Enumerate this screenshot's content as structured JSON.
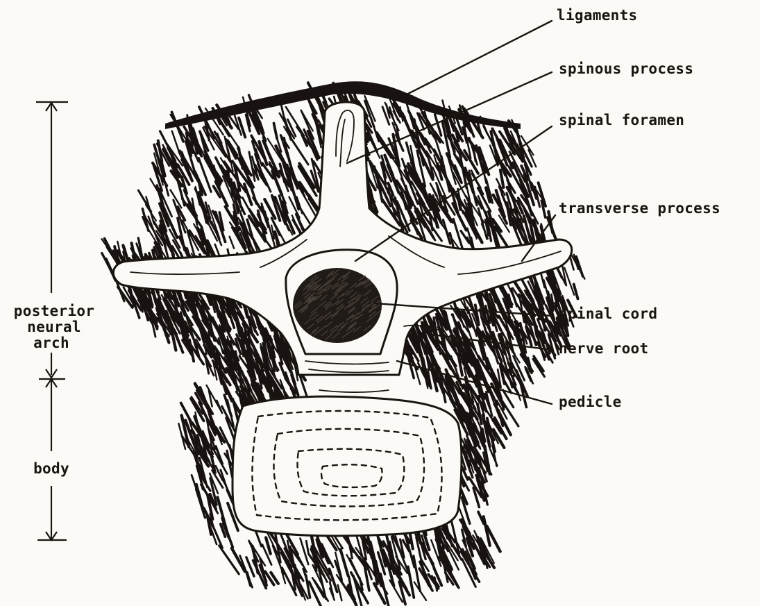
{
  "labels": {
    "ligaments": "ligaments",
    "spinous_process": "spinous process",
    "spinal_foramen": "spinal foramen",
    "transverse_process": "transverse process",
    "spinal_cord": "spinal cord",
    "nerve_root": "nerve root",
    "pedicle": "pedicle",
    "posterior_neural_arch": [
      "posterior",
      "neural",
      "arch"
    ],
    "body": "body"
  },
  "colors": {
    "ink": "#1a1511",
    "paper": "#fbfaf7"
  }
}
